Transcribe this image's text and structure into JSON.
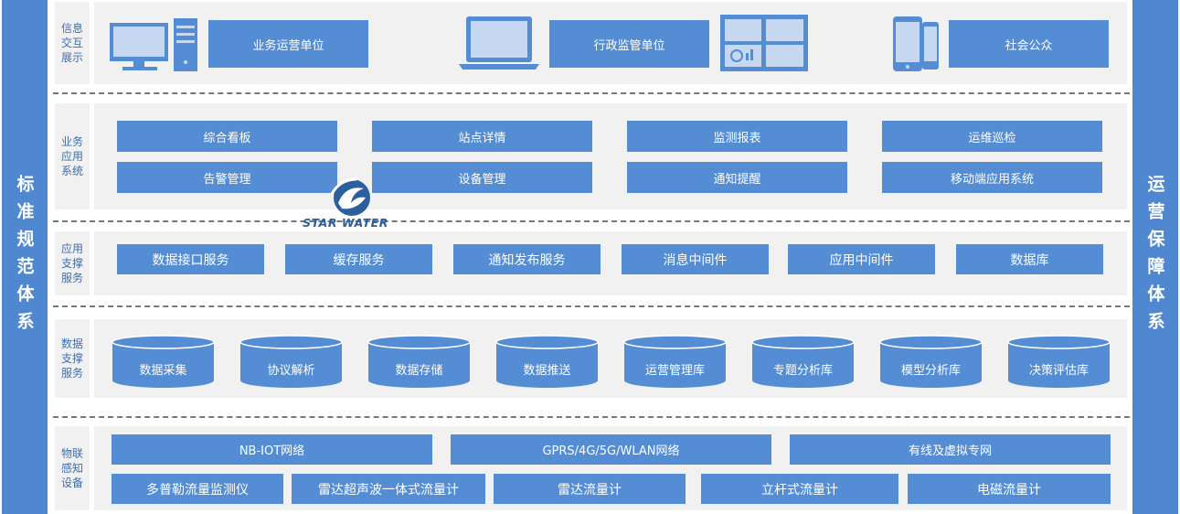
{
  "side_left": "标准规范体系",
  "side_right": "运营保障体系",
  "layers": {
    "info": {
      "label": "信息交互展示",
      "units": [
        "业务运营单位",
        "行政监管单位",
        "社会公众"
      ]
    },
    "business": {
      "label": "业务应用系统",
      "row1": [
        "综合看板",
        "站点详情",
        "监测报表",
        "运维巡检"
      ],
      "row2": [
        "告警管理",
        "设备管理",
        "通知提醒",
        "移动端应用系统"
      ]
    },
    "support": {
      "label": "应用支撑服务",
      "items": [
        "数据接口服务",
        "缓存服务",
        "通知发布服务",
        "消息中间件",
        "应用中间件",
        "数据库"
      ]
    },
    "data": {
      "label": "数据支撑服务",
      "items": [
        "数据采集",
        "协议解析",
        "数据存储",
        "数据推送",
        "运营管理库",
        "专题分析库",
        "模型分析库",
        "决策评估库"
      ]
    },
    "iot": {
      "label": "物联感知设备",
      "networks": [
        "NB-IOT网络",
        "GPRS/4G/5G/WLAN网络",
        "有线及虚拟专网"
      ],
      "devices": [
        "多普勒流量监测仪",
        "雷达超声波一体式流量计",
        "雷达流量计",
        "立杆式流量计",
        "电磁流量计"
      ]
    }
  },
  "logo_text": "STAR WATER",
  "colors": {
    "box": "#548dd4",
    "side": "#4f88d1",
    "panel": "#f1f1f1",
    "label_text": "#3d6fae"
  }
}
